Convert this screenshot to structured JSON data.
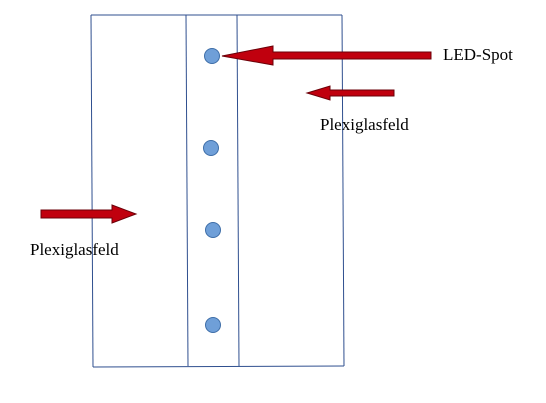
{
  "labels": {
    "led_spot": "LED-Spot",
    "plexiglas_right": "Plexiglasfeld",
    "plexiglas_left": "Plexiglasfeld"
  },
  "colors": {
    "frame_line": "#2f4f8f",
    "led_fill": "#6f9fd8",
    "led_stroke": "#3e6ea8",
    "arrow_fill": "#c0000e",
    "arrow_stroke": "#6b0008"
  },
  "led_spot_count": 4
}
